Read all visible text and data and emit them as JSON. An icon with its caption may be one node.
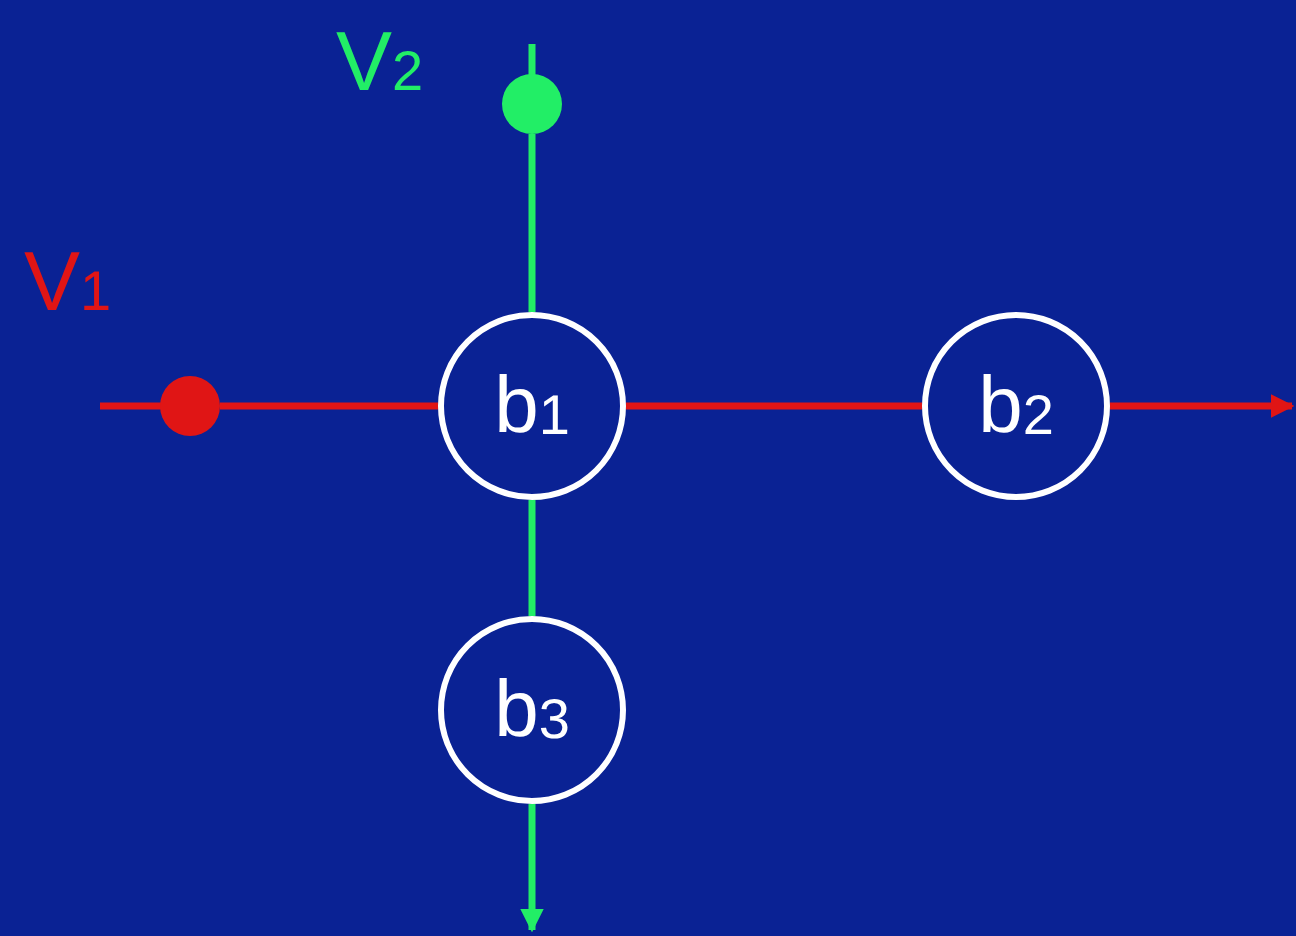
{
  "diagram": {
    "nodes": [
      {
        "text": [],
        "shape": "circle",
        "beside": [
          "V$_{1}$"
        ]
      },
      {
        "text": [],
        "shape": "circle",
        "beside": [
          "V$_{2}$"
        ]
      },
      {
        "text": [
          "b$_{1}$"
        ]
      },
      {
        "text": [
          "b$_{2}$"
        ]
      },
      {
        "text": [
          "b$_{3}$"
        ]
      }
    ],
    "edges": [
      {
        "from": 0,
        "to": 2,
        "arrow": "none",
        "color": "#e01515"
      },
      {
        "from": 2,
        "to": 3,
        "arrow": "none",
        "color": "#e01515"
      },
      {
        "from": 3,
        "to": null,
        "arrow": "to",
        "color": "#e01515"
      },
      {
        "from": 1,
        "to": 2,
        "arrow": "none",
        "color": "#22ee66"
      },
      {
        "from": 2,
        "to": 4,
        "arrow": "none",
        "color": "#22ee66"
      },
      {
        "from": 4,
        "to": null,
        "arrow": "to",
        "color": "#22ee66"
      }
    ]
  }
}
